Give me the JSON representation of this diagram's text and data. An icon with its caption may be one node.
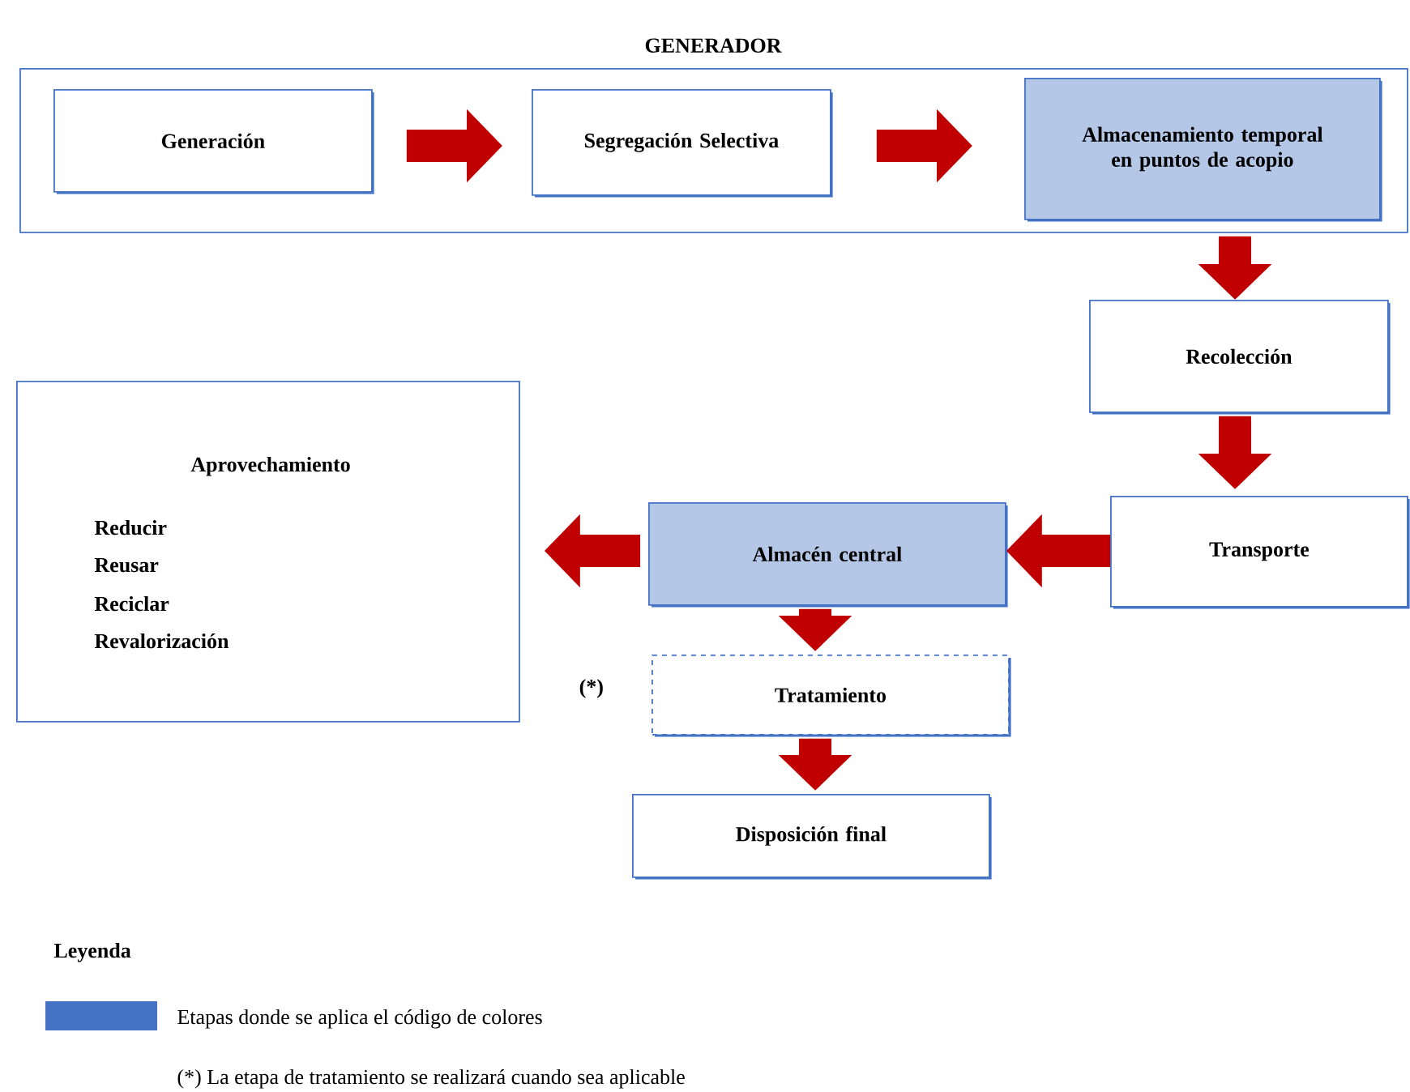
{
  "diagram": {
    "nodes": [
      {
        "text": [
          "GENERADOR"
        ]
      },
      {
        "text": [
          "Generación"
        ],
        "in": 0
      },
      {
        "text": [
          "Segregación Selectiva"
        ],
        "in": 0
      },
      {
        "text": [
          "Almacenamiento temporal en puntos de acopio"
        ],
        "in": 0
      },
      {
        "text": [
          "Recolección"
        ]
      },
      {
        "text": [
          "Aprovechamiento",
          "Reducir",
          "Reusar",
          "Reciclar",
          "Revalorización"
        ]
      },
      {
        "text": [
          "Almacén central"
        ]
      },
      {
        "text": [
          "Transporte"
        ]
      },
      {
        "text": [
          "Tratamiento"
        ],
        "beside": [
          "(*)"
        ]
      },
      {
        "text": [
          "Disposición final"
        ]
      }
    ],
    "edges": [
      {
        "from": 1,
        "to": 2,
        "arrow": "to"
      },
      {
        "from": 2,
        "to": 3,
        "arrow": "to"
      },
      {
        "from": 3,
        "to": 4,
        "arrow": "to"
      },
      {
        "from": 4,
        "to": 7,
        "arrow": "to"
      },
      {
        "from": 7,
        "to": 6,
        "arrow": "to"
      },
      {
        "from": 6,
        "to": 5,
        "arrow": "to"
      },
      {
        "from": 6,
        "to": 8,
        "arrow": "to"
      },
      {
        "from": 8,
        "to": 9,
        "arrow": "to"
      }
    ],
    "labels": [
      "Leyenda",
      "(*) La etapa de tratamiento se realizará cuando sea aplicable"
    ],
    "legend": [
      {
        "text": "Etapas donde se aplica el código de colores",
        "color": "#4472c4"
      }
    ]
  }
}
